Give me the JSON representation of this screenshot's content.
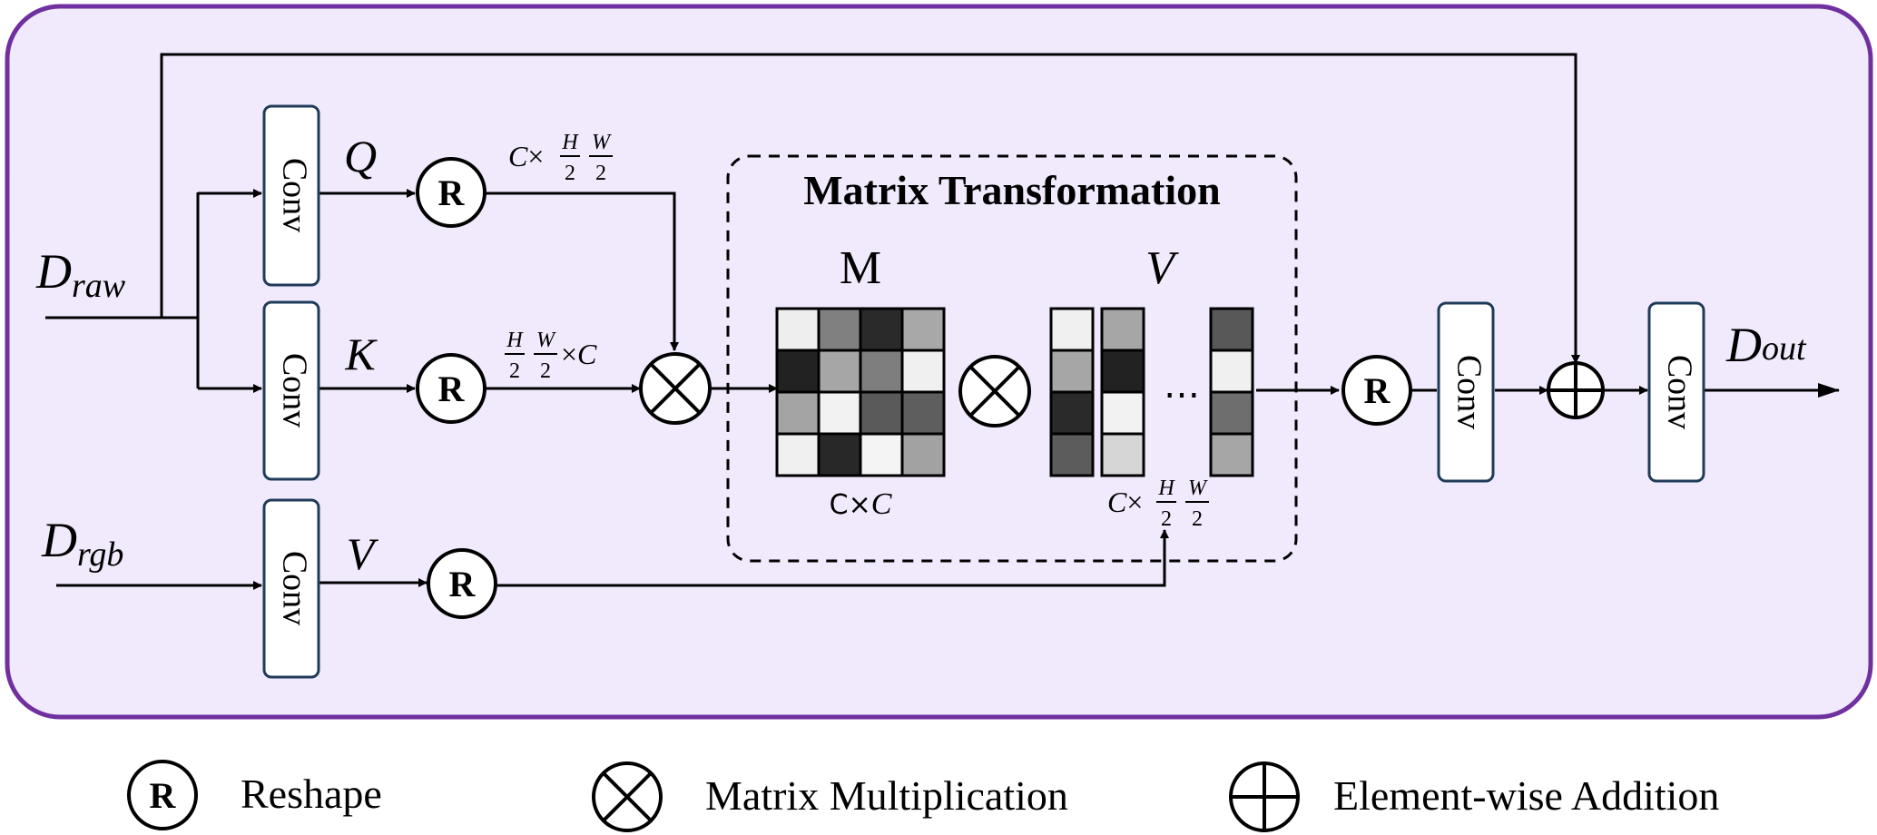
{
  "nodes": {
    "conv_label": "Conv",
    "reshape_symbol": "R",
    "matrix_title": "Matrix Transformation",
    "m_label": "M",
    "v_label": "V",
    "dots": "⋯"
  },
  "inputs": {
    "d_raw": {
      "base": "D",
      "sub": "raw"
    },
    "d_rgb": {
      "base": "D",
      "sub": "rgb"
    },
    "d_out": {
      "base": "D",
      "sub": "out"
    }
  },
  "branches": {
    "q": "Q",
    "k": "K",
    "v": "V"
  },
  "dims": {
    "q": {
      "c": "C",
      "times": "×",
      "h": "H",
      "w": "W",
      "den": "2"
    },
    "k": {
      "c": "C",
      "times": "×",
      "h": "H",
      "w": "W",
      "den": "2"
    },
    "m": {
      "c1": "C",
      "times": "×",
      "c2": "C"
    },
    "v": {
      "c": "C",
      "times": "×",
      "h": "H",
      "w": "W",
      "den": "2"
    }
  },
  "matrix_m_shades": [
    [
      "#eeeeee",
      "#808080",
      "#2a2a2a",
      "#a8a8a8"
    ],
    [
      "#222222",
      "#a6a6a6",
      "#7e7e7e",
      "#f0f0f0"
    ],
    [
      "#a4a4a4",
      "#f2f2f2",
      "#5a5a5a",
      "#5e5e5e"
    ],
    [
      "#f0f0f0",
      "#282828",
      "#f4f4f4",
      "#a2a2a2"
    ]
  ],
  "matrix_v_columns": [
    [
      "#f0f0f0",
      "#a6a6a6",
      "#2a2a2a",
      "#5c5c5c"
    ],
    [
      "#a6a6a6",
      "#222222",
      "#f2f2f2",
      "#d6d6d6"
    ],
    [
      "#585858",
      "#f0f0f0",
      "#6e6e6e",
      "#a6a6a6"
    ]
  ],
  "legend": {
    "reshape": "Reshape",
    "matmul": "Matrix Multiplication",
    "add": "Element-wise Addition"
  },
  "colors": {
    "panel_fill": "#f1e9fc",
    "panel_border": "#7030a0",
    "conv_border": "#1f3b5a"
  }
}
